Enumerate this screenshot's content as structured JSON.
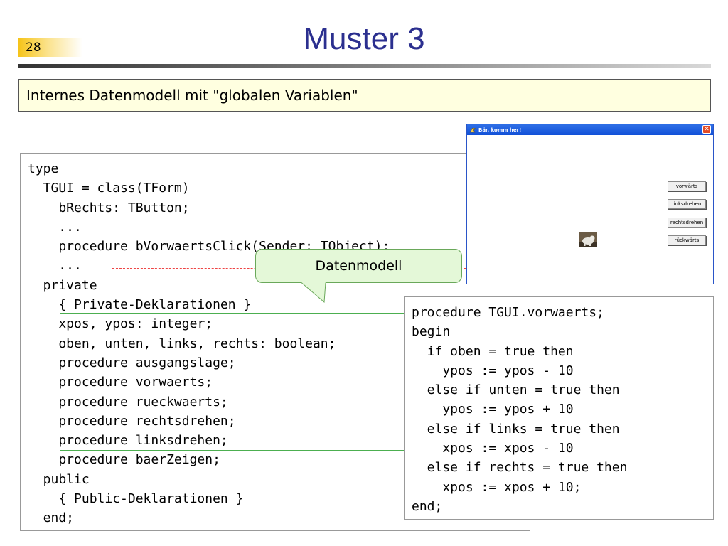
{
  "slide": {
    "page_number": "28",
    "title": "Muster 3",
    "subtitle": "Internes Datenmodell mit \"globalen Variablen\""
  },
  "callout": {
    "text": "Datenmodell"
  },
  "code_main": {
    "lines": [
      "type",
      "  TGUI = class(TForm)",
      "    bRechts: TButton;",
      "    ...",
      "    procedure bVorwaertsClick(Sender: TObject);",
      "    ...",
      "  private",
      "    { Private-Deklarationen }",
      "    xpos, ypos: integer;",
      "    oben, unten, links, rechts: boolean;",
      "    procedure ausgangslage;",
      "    procedure vorwaerts;",
      "    procedure rueckwaerts;",
      "    procedure rechtsdrehen;",
      "    procedure linksdrehen;",
      "    procedure baerZeigen;",
      "  public",
      "    { Public-Deklarationen }",
      "  end;"
    ]
  },
  "code_side": {
    "lines": [
      "procedure TGUI.vorwaerts;",
      "begin",
      "  if oben = true then",
      "    ypos := ypos - 10",
      "  else if unten = true then",
      "    ypos := ypos + 10",
      "  else if links = true then",
      "    xpos := xpos - 10",
      "  else if rechts = true then",
      "    xpos := xpos + 10;",
      "end;"
    ]
  },
  "app_window": {
    "title": "Bär, komm her!",
    "close_label": "✕",
    "buttons": {
      "vorwaerts": "vorwärts",
      "linksdrehen": "linksdrehen",
      "rechtsdrehen": "rechtsdrehen",
      "rueckwaerts": "rückwärts"
    }
  },
  "colors": {
    "title": "#2b2f8f",
    "subtitle_background": "#ffffe0",
    "callout_background": "#e4f8d8",
    "highlight_border": "#4caf50",
    "dashed_line": "#e44444"
  }
}
